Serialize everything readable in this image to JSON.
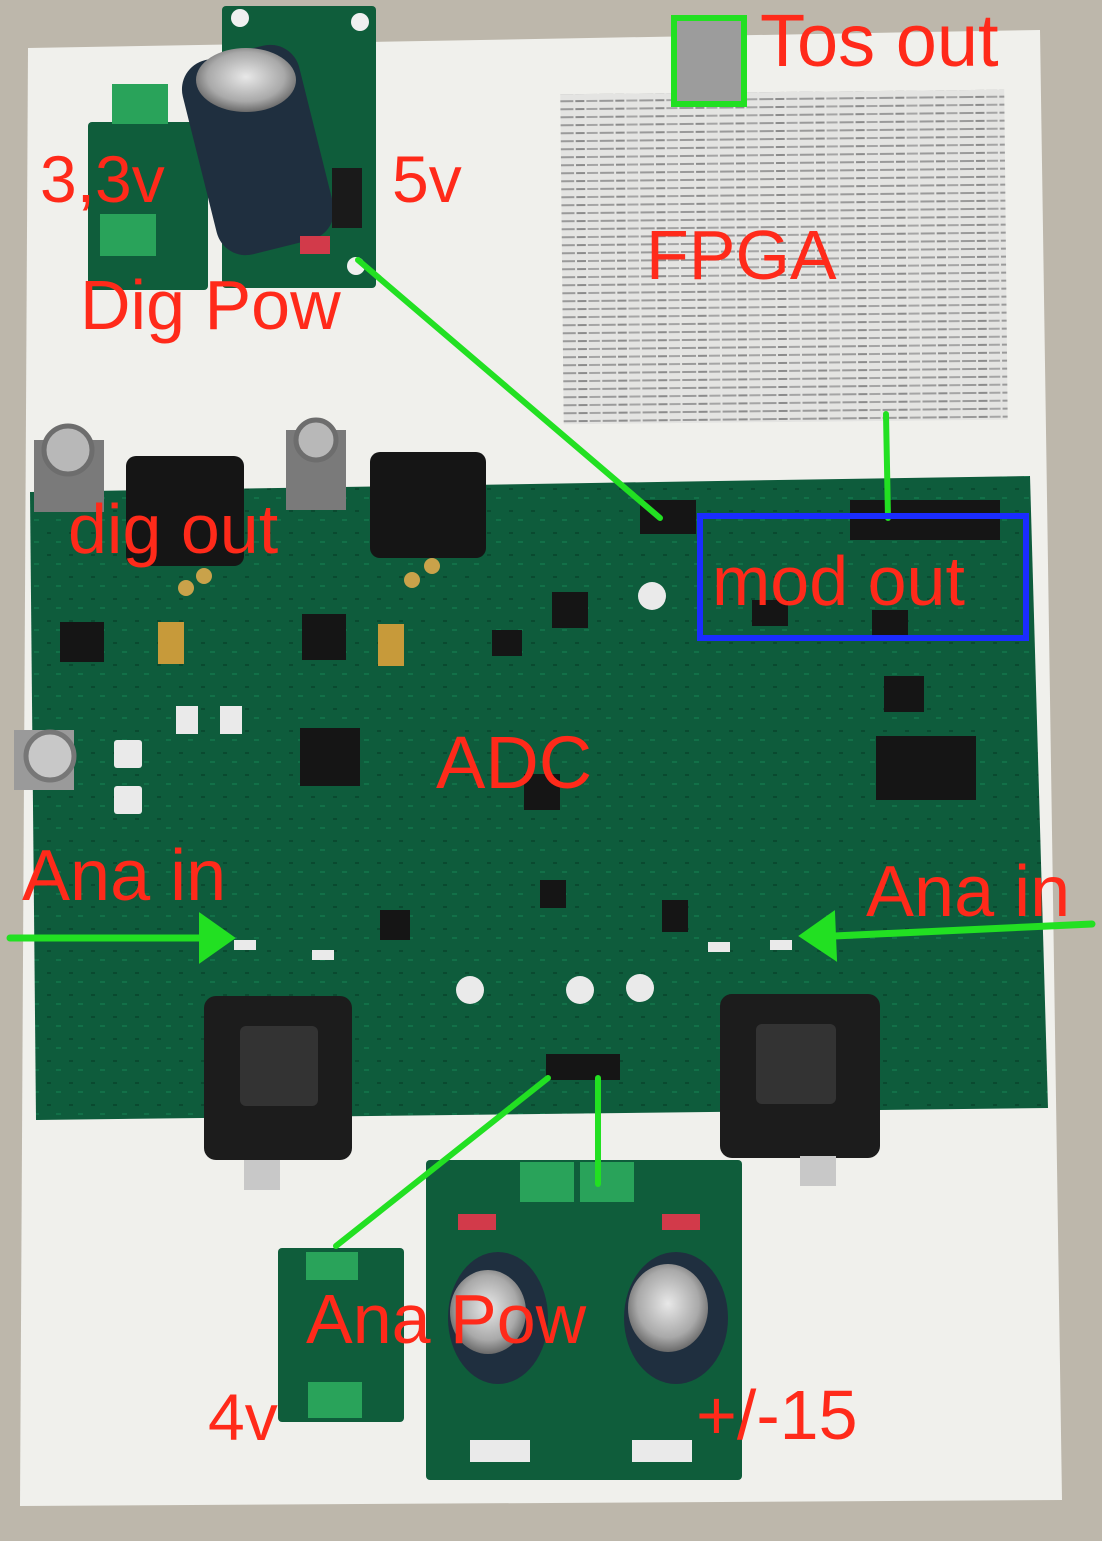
{
  "labels": {
    "tos_out": "Tos out",
    "v33": "3,3v",
    "v5": "5v",
    "fpga": "FPGA",
    "dig_pow": "Dig Pow",
    "dig_out": "dig out",
    "mod_out": "mod out",
    "adc": "ADC",
    "ana_in_left": "Ana in",
    "ana_in_right": "Ana in",
    "ana_pow": "Ana Pow",
    "v4": "4v",
    "v15": "+/-15"
  },
  "colors": {
    "label": "#ff2a1a",
    "wire": "#22e022",
    "mod_box": "#1a2cff",
    "pcb": "#0d5a3a",
    "paper": "#efefea"
  }
}
